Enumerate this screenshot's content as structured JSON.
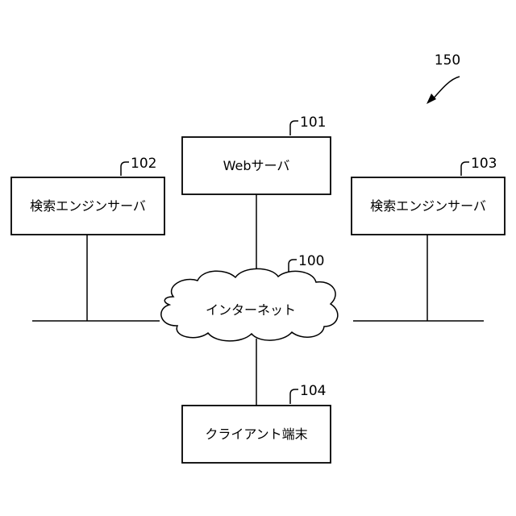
{
  "figure_ref": "150",
  "nodes": {
    "web_server": {
      "ref": "101",
      "label": "Webサーバ"
    },
    "search_engine_left": {
      "ref": "102",
      "label": "検索エンジンサーバ"
    },
    "search_engine_right": {
      "ref": "103",
      "label": "検索エンジンサーバ"
    },
    "internet": {
      "ref": "100",
      "label": "インターネット"
    },
    "client": {
      "ref": "104",
      "label": "クライアント端末"
    }
  }
}
